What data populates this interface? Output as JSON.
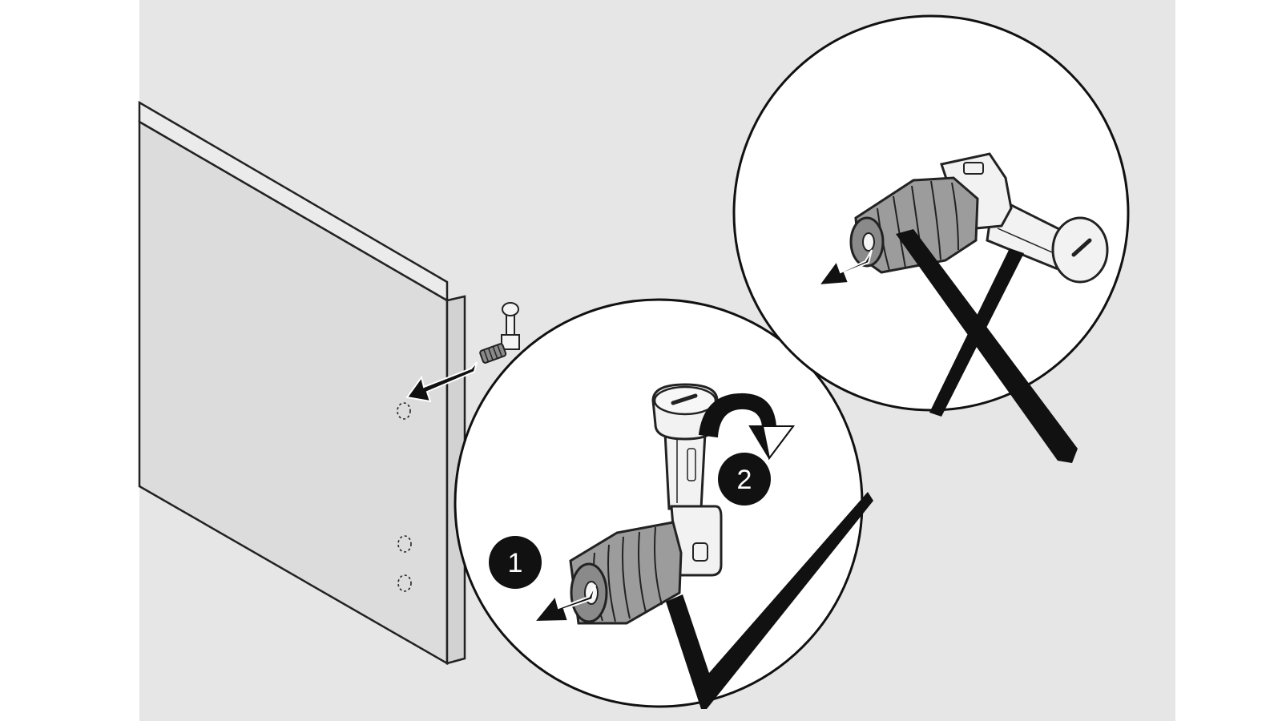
{
  "background_color": "#e6e6e6",
  "ink_color": "#000000",
  "panel_color": "#dcdcdc",
  "dowel_color": "#9c9c9c",
  "steps": [
    {
      "number": "1",
      "meaning": "insert",
      "icon": "arrow-left-icon"
    },
    {
      "number": "2",
      "meaning": "turn",
      "icon": "rotate-arrow-icon"
    }
  ],
  "verdicts": [
    {
      "icon": "checkmark-icon",
      "state": "correct"
    },
    {
      "icon": "cross-icon",
      "state": "incorrect"
    }
  ]
}
